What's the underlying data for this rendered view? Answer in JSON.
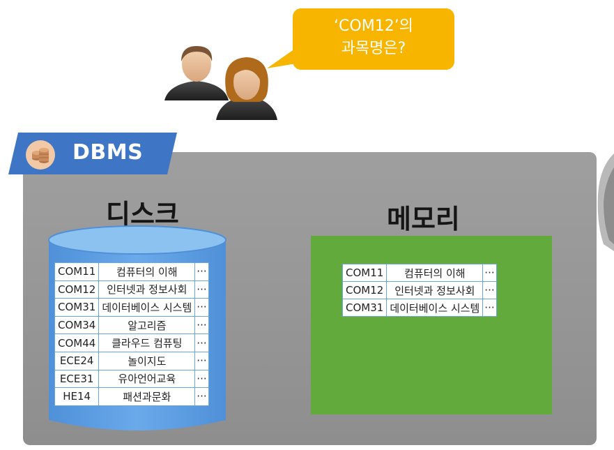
{
  "bubble": {
    "line1": "‘COM12’의",
    "line2": "과목명은?"
  },
  "dbms": {
    "label": "DBMS",
    "icon": "database-coins-icon"
  },
  "disk": {
    "title": "디스크",
    "rows": [
      [
        "COM11",
        "컴퓨터의 이해",
        "···"
      ],
      [
        "COM12",
        "인터넷과 정보사회",
        "···"
      ],
      [
        "COM31",
        "데이터베이스 시스템",
        "···"
      ],
      [
        "COM34",
        "알고리즘",
        "···"
      ],
      [
        "COM44",
        "클라우드 컴퓨팅",
        "···"
      ],
      [
        "ECE24",
        "놀이지도",
        "···"
      ],
      [
        "ECE31",
        "유아언어교육",
        "···"
      ],
      [
        "HE14",
        "패션과문화",
        "···"
      ]
    ]
  },
  "memory": {
    "title": "메모리",
    "rows": [
      [
        "COM11",
        "컴퓨터의 이해",
        "···"
      ],
      [
        "COM12",
        "인터넷과 정보사회",
        "···"
      ],
      [
        "COM31",
        "데이터베이스 시스템",
        "···"
      ]
    ]
  },
  "colors": {
    "bubble": "#f7b500",
    "dbms_tag": "#3f75c5",
    "panel": "#9a9a9a",
    "disk": "#5d9de0",
    "memory": "#62aa3c"
  }
}
